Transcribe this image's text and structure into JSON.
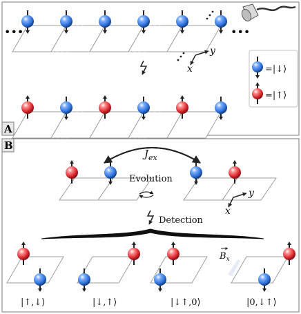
{
  "panel_a": {
    "label": "A",
    "axis_y": "y",
    "axis_x": "x",
    "legend": {
      "down": "=|↓⟩",
      "up": "=|↑⟩"
    },
    "icons": [
      "speaker-icon"
    ]
  },
  "panel_b": {
    "label": "B",
    "coupling": "J",
    "coupling_sub": "ex",
    "evolution": "Evolution",
    "detection": "Detection",
    "field": "B",
    "field_sub": "x",
    "axis_y": "y",
    "axis_x": "x",
    "states": [
      "|↑,↓⟩",
      "|↓,↑⟩",
      "|↓↑,0⟩",
      "|0,↓↑⟩"
    ]
  },
  "colors": {
    "spin_down": "#2c6fd6",
    "spin_up": "#d7242a",
    "frame": "#7a7a7a",
    "lattice": "#9e9e9e"
  }
}
